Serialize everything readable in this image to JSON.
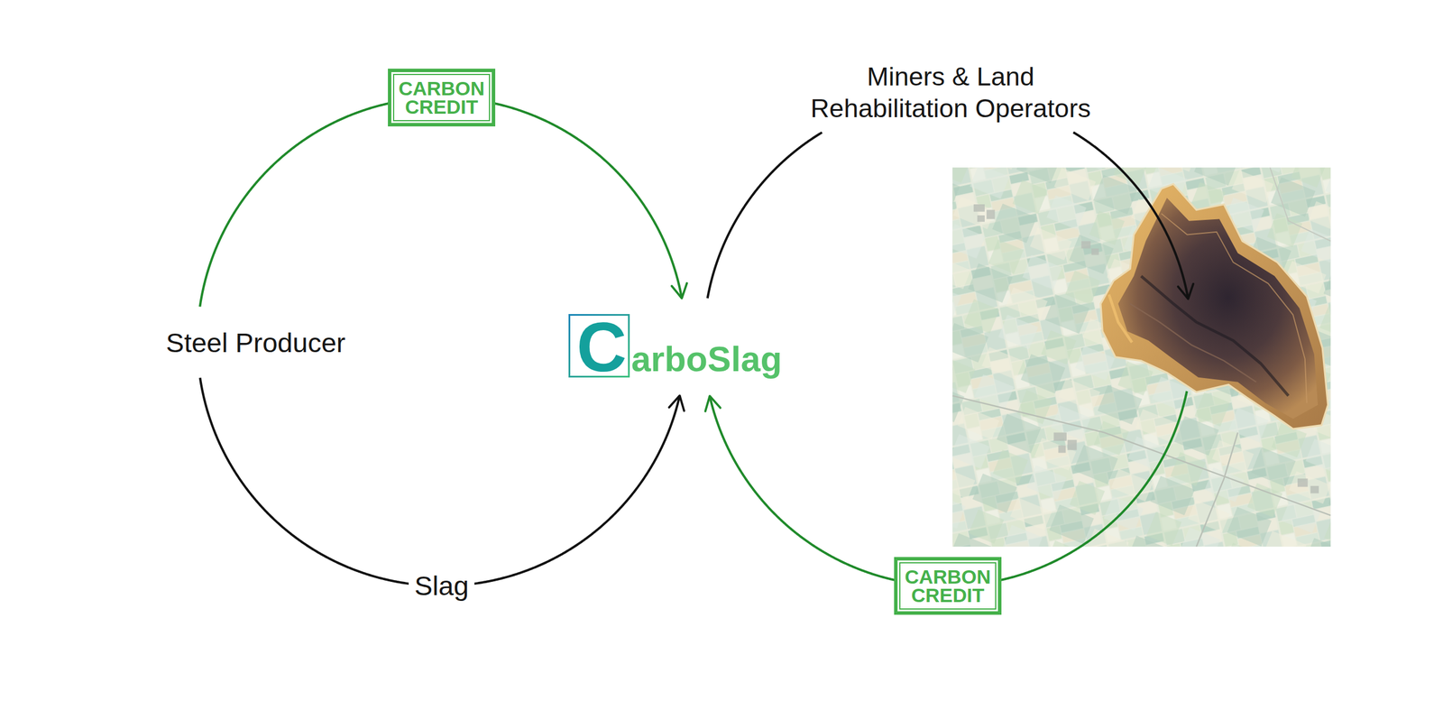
{
  "diagram": {
    "nodes": [
      {
        "text": [
          "Steel Producer"
        ]
      },
      {
        "text": [
          "CarboSlag"
        ]
      },
      {
        "text": [
          "Miners & Land Rehabilitation Operators"
        ]
      }
    ],
    "edges": [
      {
        "from": 0,
        "to": 1,
        "label": "CARBON CREDIT",
        "arrow": "to"
      },
      {
        "from": 0,
        "to": 1,
        "label": "Slag",
        "arrow": "to"
      },
      {
        "from": 1,
        "to": 2,
        "arrow": "none"
      }
    ],
    "labels": [
      "CARBON CREDIT"
    ]
  }
}
